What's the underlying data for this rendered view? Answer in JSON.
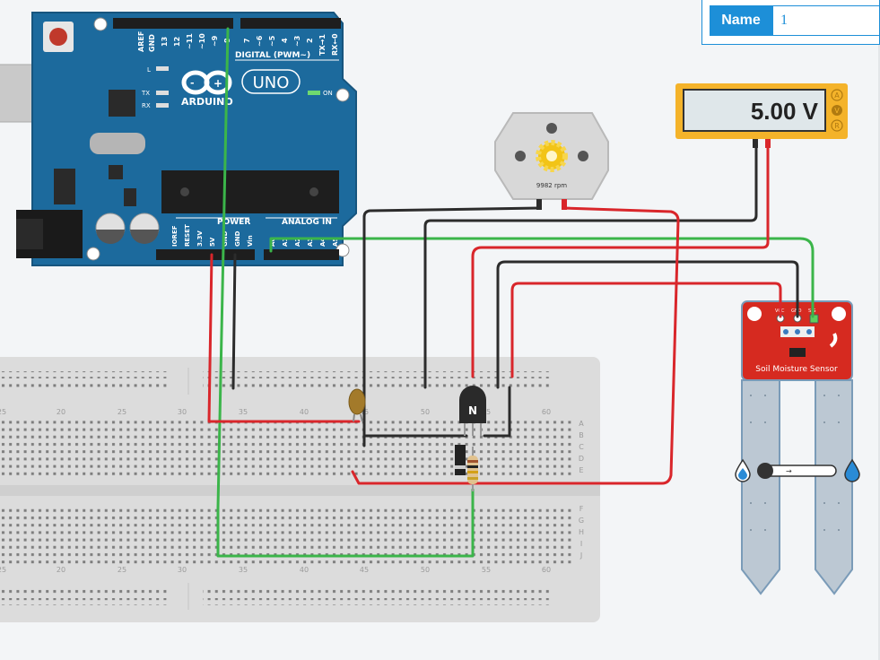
{
  "inspector": {
    "name_label": "Name",
    "name_value": "1"
  },
  "arduino": {
    "digital_label": "DIGITAL (PWM~)",
    "power_label": "POWER",
    "analog_label": "ANALOG IN",
    "brand": "ARDUINO",
    "model": "UNO",
    "on_label": "ON",
    "l_label": "L",
    "tx_label": "TX",
    "rx_label": "RX",
    "top_pins": [
      "AREF",
      "GND",
      "13",
      "12",
      "~11",
      "~10",
      "~9",
      "8",
      "7",
      "~6",
      "~5",
      "4",
      "~3",
      "2",
      "TX→1",
      "RX←0"
    ],
    "power_pins": [
      "IOREF",
      "RESET",
      "3.3V",
      "5V",
      "GND",
      "GND",
      "Vin"
    ],
    "analog_pins": [
      "A0",
      "A1",
      "A2",
      "A3",
      "A4",
      "A5"
    ]
  },
  "motor": {
    "rpm_text": "9982 rpm"
  },
  "multimeter": {
    "reading": "5.00 V",
    "modes": [
      "A",
      "V",
      "R"
    ],
    "active_mode": "V"
  },
  "sensor": {
    "label": "Soil Moisture Sensor",
    "pins": [
      "VCC",
      "GND",
      "SIG"
    ]
  },
  "transistor": {
    "type_label": "N"
  },
  "breadboard": {
    "column_numbers": [
      "25",
      "20",
      "25",
      "30",
      "35",
      "40",
      "45",
      "50",
      "55",
      "60"
    ],
    "row_letters_top": [
      "A",
      "B",
      "C",
      "D",
      "E"
    ],
    "row_letters_bottom": [
      "F",
      "G",
      "H",
      "I",
      "J"
    ]
  },
  "colors": {
    "arduino_blue": "#1c6a9d",
    "wire_red": "#d9262b",
    "wire_green": "#3bb54a",
    "wire_black": "#2c2c2c",
    "selection_blue": "#1d8fd8",
    "meter_yellow": "#f4b32a",
    "sensor_red": "#d62a20"
  }
}
